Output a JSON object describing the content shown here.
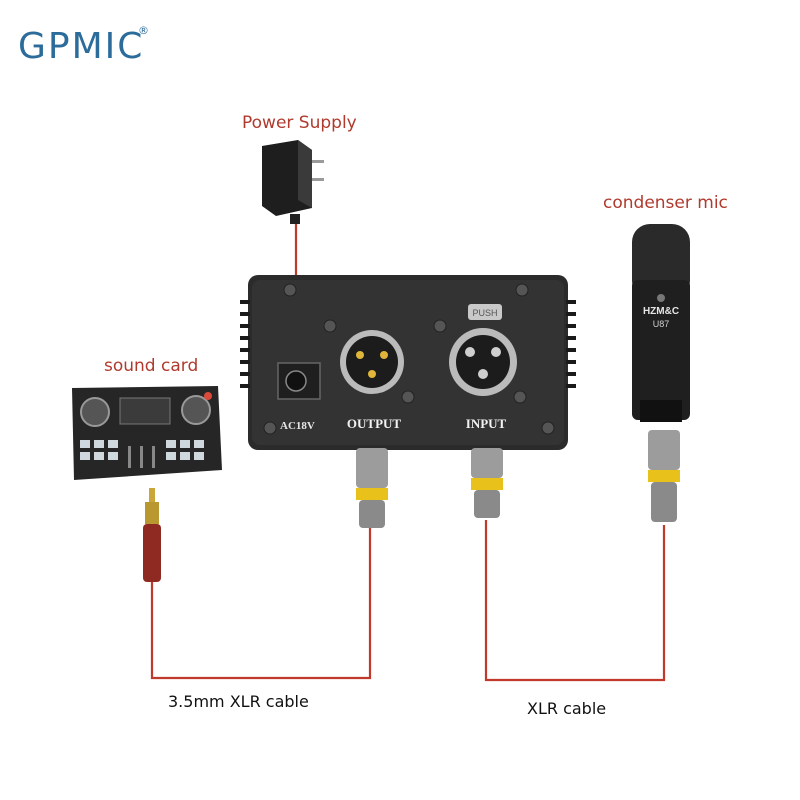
{
  "logo": {
    "text": "GPMIC",
    "registered": "®"
  },
  "labels": {
    "power_supply": "Power Supply",
    "condenser_mic": "condenser mic",
    "sound_card": "sound card",
    "cable_35mm_xlr": "3.5mm XLR cable",
    "xlr_cable": "XLR cable"
  },
  "phantom_box": {
    "voltage": "AC18V",
    "output": "OUTPUT",
    "input": "INPUT",
    "push": "PUSH"
  },
  "mic": {
    "brand": "HZM&C",
    "model": "U87"
  },
  "colors": {
    "label_red": "#b03a2e",
    "cable_red": "#c0392b",
    "device_dark": "#2b2b2b",
    "logo_blue": "#2c6c9a",
    "connector_yellow": "#e8c21a"
  }
}
